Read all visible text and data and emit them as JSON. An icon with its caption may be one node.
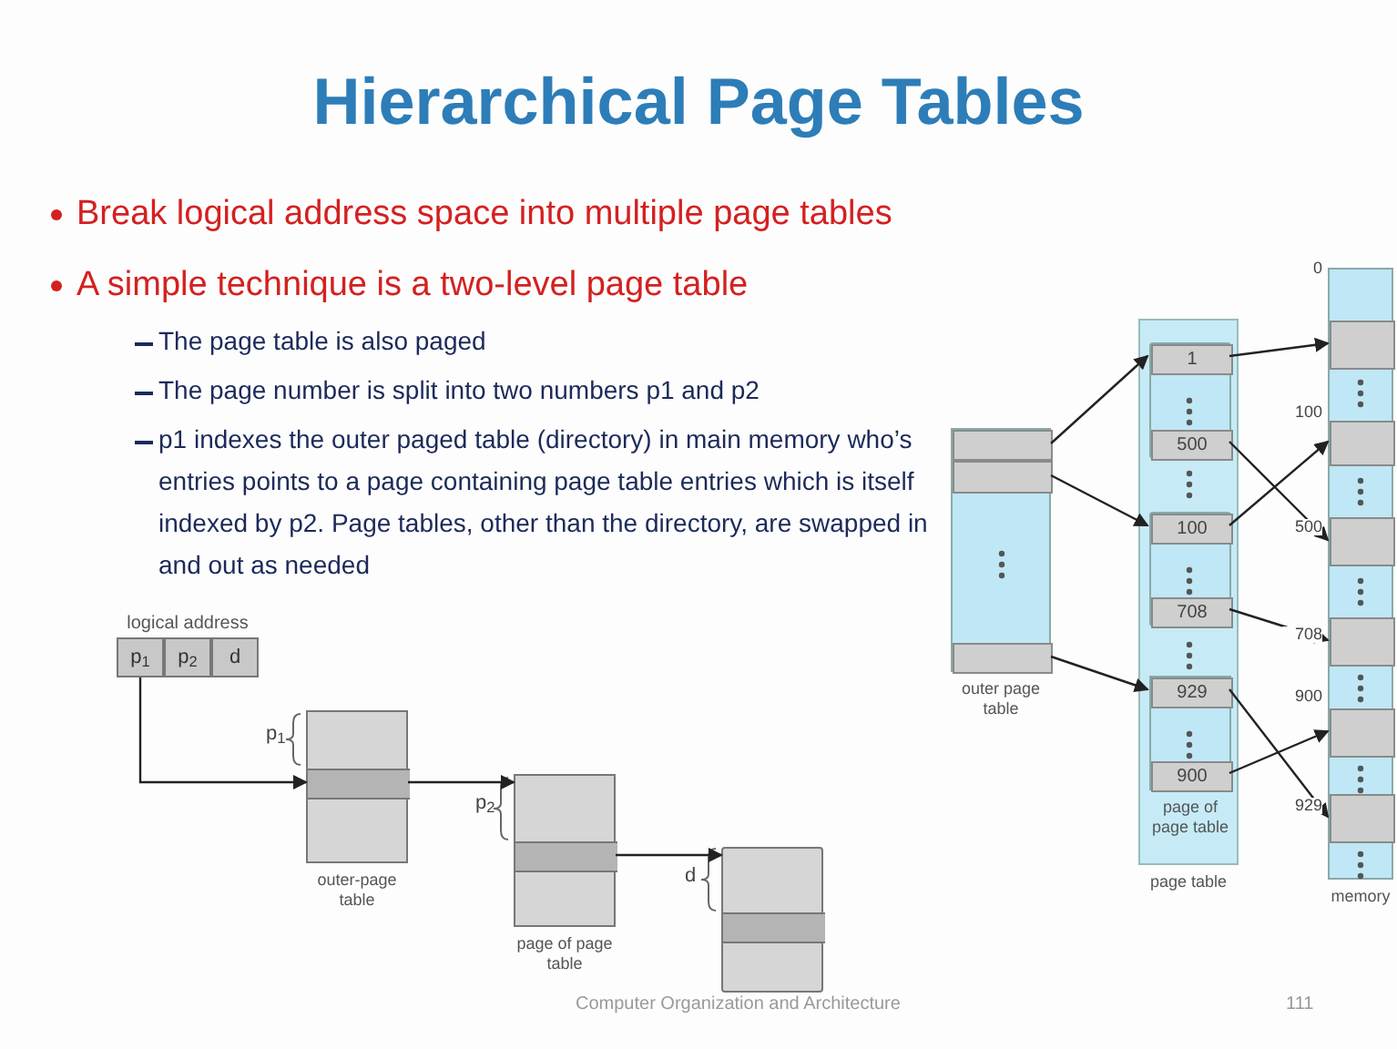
{
  "diagram": {
    "title": "Hierarchical Page Tables",
    "nodes": [
      {
        "text": [
          "logical address"
        ]
      },
      {
        "text": [
          "p$_{1}$"
        ],
        "in": 0
      },
      {
        "text": [
          "p$_{2}$"
        ],
        "in": 0
      },
      {
        "text": [
          "d"
        ],
        "in": 0
      },
      {
        "text": [
          "outer-page table"
        ]
      },
      {
        "text": [],
        "shape": "bar",
        "in": 4
      },
      {
        "text": [
          "page of page table"
        ]
      },
      {
        "text": [],
        "shape": "bar",
        "in": 6
      },
      {
        "text": [],
        "shape": "box"
      },
      {
        "text": [],
        "shape": "bar",
        "in": 8
      },
      {
        "text": [
          "outer page table"
        ]
      },
      {
        "text": [],
        "shape": "bar",
        "in": 10
      },
      {
        "text": [],
        "shape": "bar",
        "in": 10
      },
      {
        "text": [],
        "shape": "bar",
        "in": 10
      },
      {
        "text": [
          "page table"
        ]
      },
      {
        "text": [],
        "shape": "box",
        "in": 14
      },
      {
        "text": [
          "1"
        ],
        "in": 15
      },
      {
        "text": [
          "500"
        ],
        "in": 15
      },
      {
        "text": [],
        "shape": "box",
        "in": 14
      },
      {
        "text": [
          "100"
        ],
        "in": 18
      },
      {
        "text": [
          "708"
        ],
        "in": 18
      },
      {
        "text": [
          "page of page table"
        ],
        "in": 14
      },
      {
        "text": [
          "929"
        ],
        "in": 21
      },
      {
        "text": [
          "900"
        ],
        "in": 21
      },
      {
        "text": [
          "memory"
        ]
      },
      {
        "text": [],
        "shape": "bar",
        "in": 24
      },
      {
        "text": [],
        "shape": "bar",
        "in": 24
      },
      {
        "text": [],
        "shape": "bar",
        "in": 24
      },
      {
        "text": [],
        "shape": "bar",
        "in": 24
      },
      {
        "text": [],
        "shape": "bar",
        "in": 24
      },
      {
        "text": [],
        "shape": "bar",
        "in": 24
      }
    ],
    "edges": [
      {
        "from": 1,
        "to": 5,
        "arrow": "to"
      },
      {
        "from": 5,
        "to": 6,
        "arrow": "to"
      },
      {
        "from": 7,
        "to": 8,
        "arrow": "to"
      },
      {
        "from": 11,
        "to": 16,
        "arrow": "to"
      },
      {
        "from": 12,
        "to": 19,
        "arrow": "to"
      },
      {
        "from": 13,
        "to": 22,
        "arrow": "to"
      },
      {
        "from": 16,
        "to": 25,
        "arrow": "to"
      },
      {
        "from": 17,
        "to": 27,
        "arrow": "to"
      },
      {
        "from": 19,
        "to": 26,
        "arrow": "to"
      },
      {
        "from": 20,
        "to": 28,
        "arrow": "to"
      },
      {
        "from": 22,
        "to": 30,
        "arrow": "to"
      },
      {
        "from": 23,
        "to": 29,
        "arrow": "to"
      }
    ],
    "labels": [
      "Break logical address space into multiple page tables",
      "A simple technique is a two-level page table",
      "The page table is also paged",
      "The page number is split into two numbers p1 and p2",
      "p1 indexes the outer paged table (directory) in main memory who’s entries points to a page containing page table entries which is itself indexed by p2. Page tables, other than the directory, are swapped in and out as needed",
      "p$_{1}$",
      "p$_{2}$",
      "d",
      "0",
      "100",
      "500",
      "708",
      "900",
      "929",
      "Computer Organization and Architecture",
      "111"
    ]
  }
}
